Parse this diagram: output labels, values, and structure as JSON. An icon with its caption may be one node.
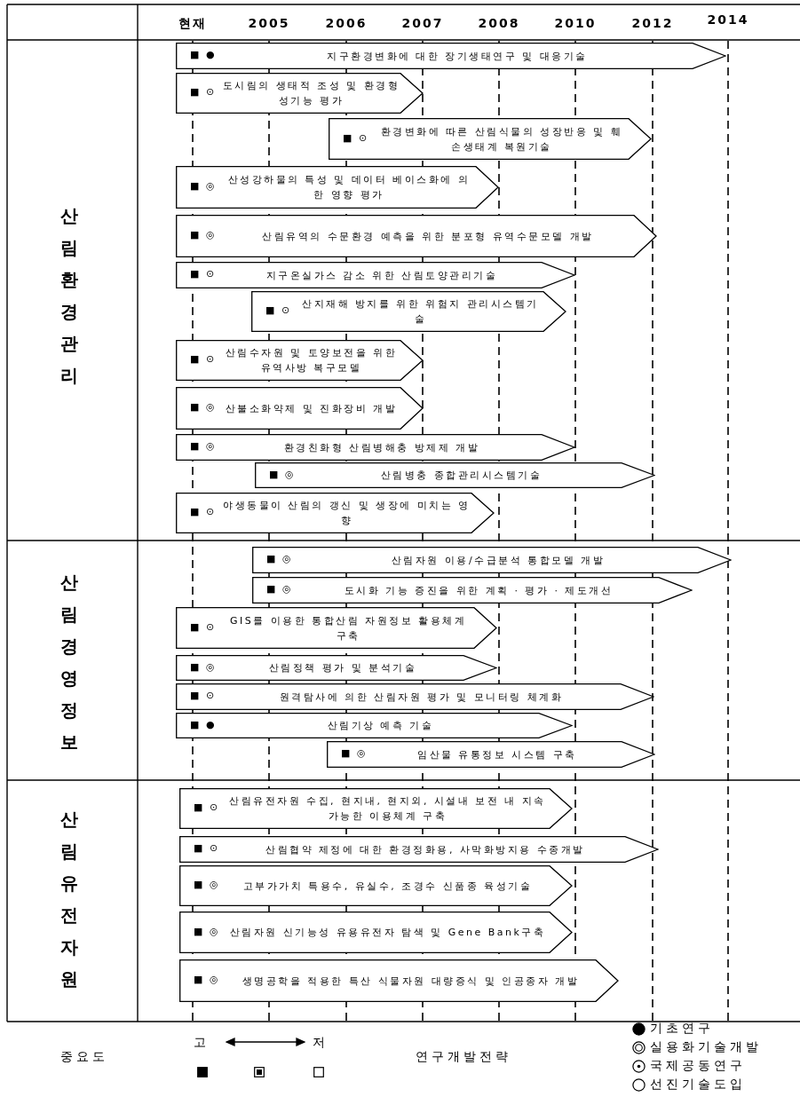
{
  "diagram": {
    "nodes": [
      {
        "text": [
          "■ ●",
          "지구환경변화에 대한 장기생태연구 및 대응기술"
        ]
      },
      {
        "text": [
          "■ ⊙",
          "도시림의 생태적 조성 및 환경형성기능 평가"
        ]
      },
      {
        "text": [
          "■ ⊙",
          "환경변화에 따른 산림식물의 성장반응 및 훼손생태계 복원기술"
        ]
      },
      {
        "text": [
          "■ ◎",
          "산성강하물의 특성 및 데이터 베이스화에 의한 영향 평가"
        ]
      },
      {
        "text": [
          "■ ◎",
          "산림유역의 수문환경 예측을 위한 분포형 유역수문모델 개발"
        ]
      },
      {
        "text": [
          "■ ⊙",
          "지구온실가스 감소 위한 산림토양관리기술"
        ]
      },
      {
        "text": [
          "■ ⊙",
          "산지재해 방지를 위한 위험지 관리시스템기술"
        ]
      },
      {
        "text": [
          "■ ⊙",
          "산림수자원 및 토양보전을 위한 유역사방 복구모델"
        ]
      },
      {
        "text": [
          "■ ◎",
          "산불소화약제 및 진화장비 개발"
        ]
      },
      {
        "text": [
          "■ ◎",
          "환경친화형 산림병해충 방제제 개발"
        ]
      },
      {
        "text": [
          "■ ◎",
          "산림병충 종합관리시스템기술"
        ]
      },
      {
        "text": [
          "■ ⊙",
          "야생동물이 산림의 갱신 및 생장에 미치는 영향"
        ]
      },
      {
        "text": [
          "■ ◎",
          "산림자원 이용/수급분석 통합모델 개발"
        ]
      },
      {
        "text": [
          "■ ◎",
          "도시화 기능 증진을 위한 계획 · 평가 · 제도개선"
        ]
      },
      {
        "text": [
          "■ ⊙",
          "GIS를 이용한 통합산림 자원정보 활용체계 구축"
        ]
      },
      {
        "text": [
          "■ ◎",
          "산림정책 평가 및 분석기술"
        ]
      },
      {
        "text": [
          "■ ⊙",
          "원격탐사에 의한 산림자원 평가 및 모니터링 체계화"
        ]
      },
      {
        "text": [
          "■ ●",
          "산림기상 예측 기술"
        ]
      },
      {
        "text": [
          "■ ◎",
          "임산물 유통정보 시스템 구축"
        ]
      },
      {
        "text": [
          "■ ⊙",
          "산림유전자원 수집, 현지내, 현지외, 시설내 보전 내 지속가능한 이용체계 구축"
        ]
      },
      {
        "text": [
          "■ ⊙",
          "산림협약 제정에 대한 환경정화용, 사막화방지용 수종개발"
        ]
      },
      {
        "text": [
          "■ ◎",
          "고부가가치 특용수, 유실수, 조경수 신품종 육성기술"
        ]
      },
      {
        "text": [
          "■ ◎",
          "산림자원 신기능성 유용유전자 탐색 및 Gene Bank구축"
        ]
      },
      {
        "text": [
          "■ ◎",
          "생명공학을 적용한 특산 식물자원 대량증식 및 인공종자 개발"
        ]
      }
    ],
    "labels": [
      "현재",
      "2005",
      "2006",
      "2007",
      "2008",
      "2010",
      "2012",
      "2014",
      "산림환경관리",
      "산림경영정보",
      "산림유전자원",
      "중요도",
      "고",
      "저",
      "연구개발전략"
    ],
    "legend": [
      {
        "text": "기초연구"
      },
      {
        "text": "실용화기술개발"
      },
      {
        "text": "국제공동연구"
      },
      {
        "text": "선진기술도입"
      }
    ]
  }
}
